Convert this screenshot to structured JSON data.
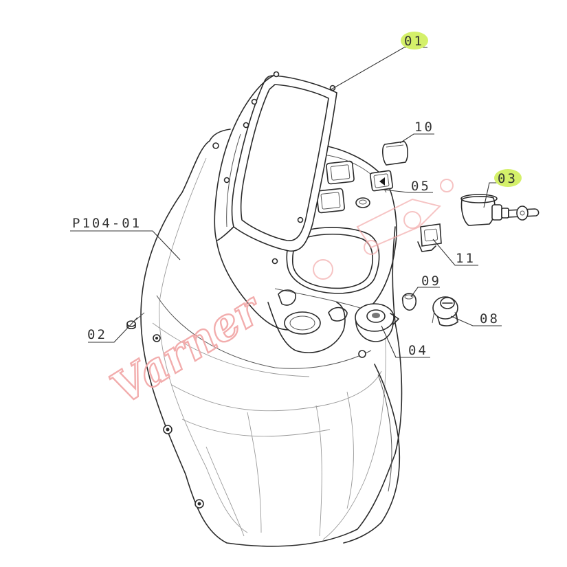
{
  "callouts": {
    "c01": "01",
    "c02": "02",
    "c03": "03",
    "c04": "04",
    "c05": "05",
    "c08": "08",
    "c09": "09",
    "c10": "10",
    "c11": "11",
    "assembly": "P104-01"
  },
  "highlighted_callouts": [
    "01",
    "03"
  ],
  "highlight_color": "#d4f06a",
  "watermark": "Varner",
  "watermark_color": "#f2a9a9"
}
